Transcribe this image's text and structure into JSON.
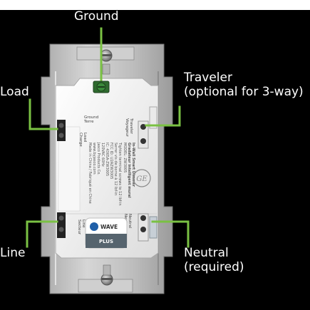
{
  "labels": {
    "ground": "Ground",
    "traveler_line1": "Traveler",
    "traveler_line2": "(optional for 3-way)",
    "load": "Load",
    "line": "Line",
    "neutral_line1": "Neutral",
    "neutral_line2": "(required)"
  },
  "device": {
    "ground_terre": "Ground\nTerre",
    "load_charge": "Load\nCharge",
    "traveler_terminal": "Traveler\nVoyageur",
    "neutral_terminal": "Neutral\nNeutre",
    "line_secteur": "Line\nSecteur",
    "title1": "In-Wall Smart Dimmer",
    "title2": "Gradateur intelligent mural",
    "model": "MODEL: ZW3005",
    "fine_print": [
      "Tighten terminal screws to 12 lbf-in",
      "Serrer vis de borne à 12 lbf-in",
      "FCC ID: U2AZW3005",
      "IC: 4365A-ZW3005",
      "120VAC 60Hz",
      "Jasco Products Co.",
      "www.byjasco.com",
      "Made in China / Fabriqué en Chine"
    ],
    "logo_text": "GE",
    "zwave_text": "WAVE",
    "zwave_plus": "PLUS"
  },
  "colors": {
    "background": "#000000",
    "callout": "#7ac143",
    "label_text": "#ffffff",
    "plate": "#c9c9c9",
    "switch_body": "#f3f3f3"
  }
}
